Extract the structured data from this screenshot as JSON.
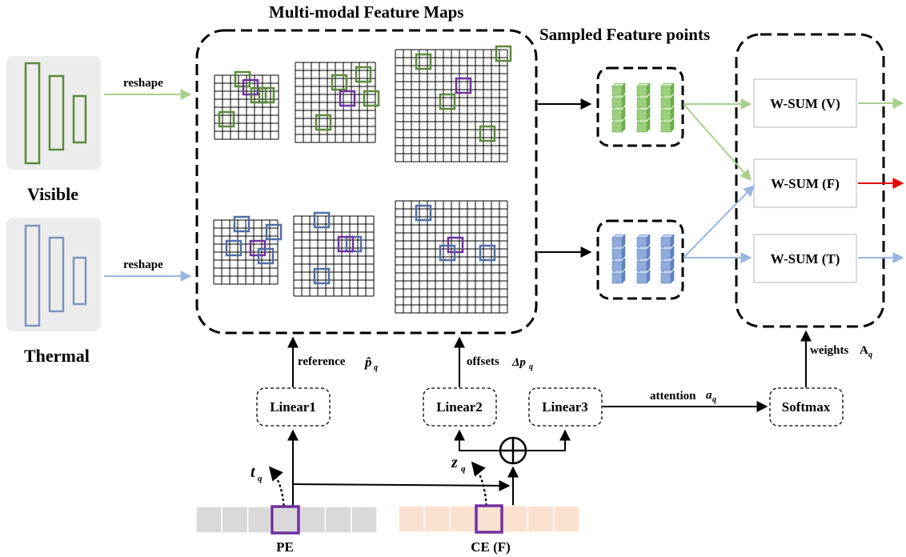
{
  "titles": {
    "feature_maps": "Multi-modal Feature Maps",
    "sampled_points": "Sampled Feature points"
  },
  "modalities": {
    "visible": "Visible",
    "thermal": "Thermal"
  },
  "edges": {
    "reshape_visible": "reshape",
    "reshape_thermal": "reshape",
    "reference": "reference",
    "offsets": "offsets",
    "attention": "attention",
    "weights": "weights"
  },
  "symbols": {
    "reference": "p̂",
    "reference_sub": "q",
    "offsets": "Δp",
    "offsets_sub": "q",
    "attention": "a",
    "attention_sub": "q",
    "weights": "A",
    "weights_sub": "q",
    "t": "t",
    "t_sub": "q",
    "z": "z",
    "z_sub": "q"
  },
  "nodes": {
    "linear1": "Linear1",
    "linear2": "Linear2",
    "linear3": "Linear3",
    "softmax": "Softmax",
    "wsum_v": "W-SUM (V)",
    "wsum_f": "W-SUM (F)",
    "wsum_t": "W-SUM (T)"
  },
  "embeddings": {
    "pe": "PE",
    "ce": "CE (F)"
  },
  "colors": {
    "visible": "#5a8a3a",
    "visible_light": "#a8d08d",
    "visible_cube": "#9bcf7e",
    "thermal": "#4f6fa8",
    "thermal_light": "#9ab6e0",
    "thermal_cube": "#8fabd9",
    "purple": "#7030a0",
    "red": "#e00000",
    "panel_bg": "#ececec",
    "pe_bg": "#d9d9d9",
    "ce_bg": "#fbe1cf"
  }
}
